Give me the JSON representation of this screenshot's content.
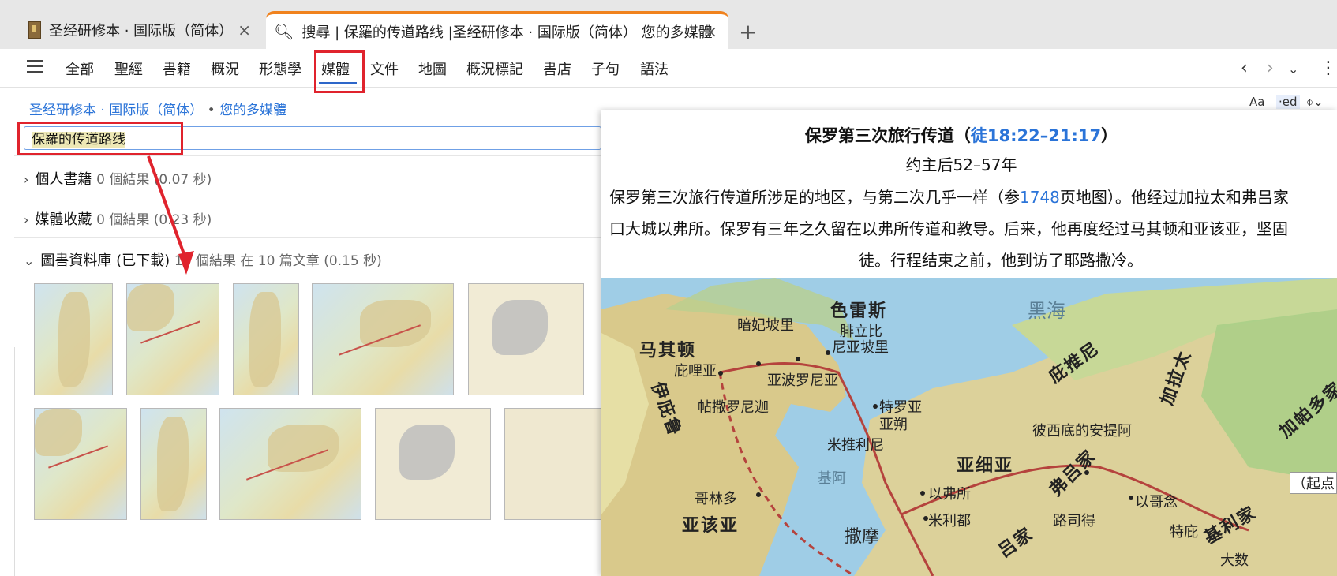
{
  "tabs": [
    {
      "label": "圣经研修本 · 国际版（简体）",
      "close": "×"
    },
    {
      "label": "搜尋 | 保羅的传道路线 |圣经研修本 · 国际版（简体） 您的多媒體",
      "close": "×"
    }
  ],
  "new_tab": "+",
  "nav": {
    "items": [
      "全部",
      "聖經",
      "書籍",
      "概況",
      "形態學",
      "媒體",
      "文件",
      "地圖",
      "概況標記",
      "書店",
      "子句",
      "語法"
    ],
    "active": "媒體",
    "back": "‹",
    "forward": "›",
    "menu": "⌄",
    "more": "⋮"
  },
  "breadcrumb": {
    "book": "圣经研修本 · 国际版（简体）",
    "sep": " • ",
    "section": "您的多媒體"
  },
  "search": {
    "value": "保羅的传道路线"
  },
  "sections": [
    {
      "chev": "›",
      "title": "個人書籍",
      "meta": "0 個結果 (0.07 秒)"
    },
    {
      "chev": "›",
      "title": "媒體收藏",
      "meta": "0 個結果 (0.23 秒)"
    },
    {
      "chev": "⌄",
      "title": "圖書資料庫 (已下載)",
      "meta": "10 個結果 在 10 篇文章 (0.15 秒)"
    }
  ],
  "format_buttons": {
    "font": "Aa",
    "ed": "·ed",
    "history": "⌽⌄"
  },
  "panel": {
    "title_prefix": "保罗第三次旅行传道（",
    "title_ref": "徒18:22–21:17",
    "title_suffix": "）",
    "subtitle": "约主后52–57年",
    "line1_a": "保罗第三次旅行传道所涉足的地区，与第二次几乎一样（参",
    "line1_page": "1748",
    "line1_b": "页地图）。他经过加拉太和弗吕家",
    "line2": "口大城以弗所。保罗有三年之久留在以弗所传道和教导。后来，他再度经过马其顿和亚该亚，坚固",
    "line3": "徒。行程结束之前，他到访了耶路撒冷。"
  },
  "map_labels": {
    "heihai": "黑海",
    "seleisi": "色雷斯",
    "majidun": "马其顿",
    "anfei": "暗妃坡里",
    "feilibi": "腓立比",
    "niya": "尼亚坡里",
    "bilia": "庇哩亚",
    "yabo": "亚波罗尼亚",
    "tiesa": "帖撒罗尼迦",
    "tuituoni": "庇推尼",
    "jialatai": "加拉太",
    "jiapa": "加帕多家",
    "yibiju": "伊庇鲁",
    "teluoya": "特罗亚",
    "yashuo": "亚朔",
    "mituili": "米推利尼",
    "yaxiya": "亚细亚",
    "anti": "彼西底的安提阿",
    "fulujia": "弗吕家",
    "jia": "基阿",
    "yifusuo": "以弗所",
    "gelinduo": "哥林多",
    "yigenian": "以哥念",
    "yagaiya": "亚该亚",
    "lusida": "路司得",
    "milidu": "米利都",
    "tebi": "特庇",
    "jilijia": "基利家",
    "samo": "撒摩",
    "lüjia": "吕家",
    "dashu": "大数",
    "qidian": "（起点"
  }
}
